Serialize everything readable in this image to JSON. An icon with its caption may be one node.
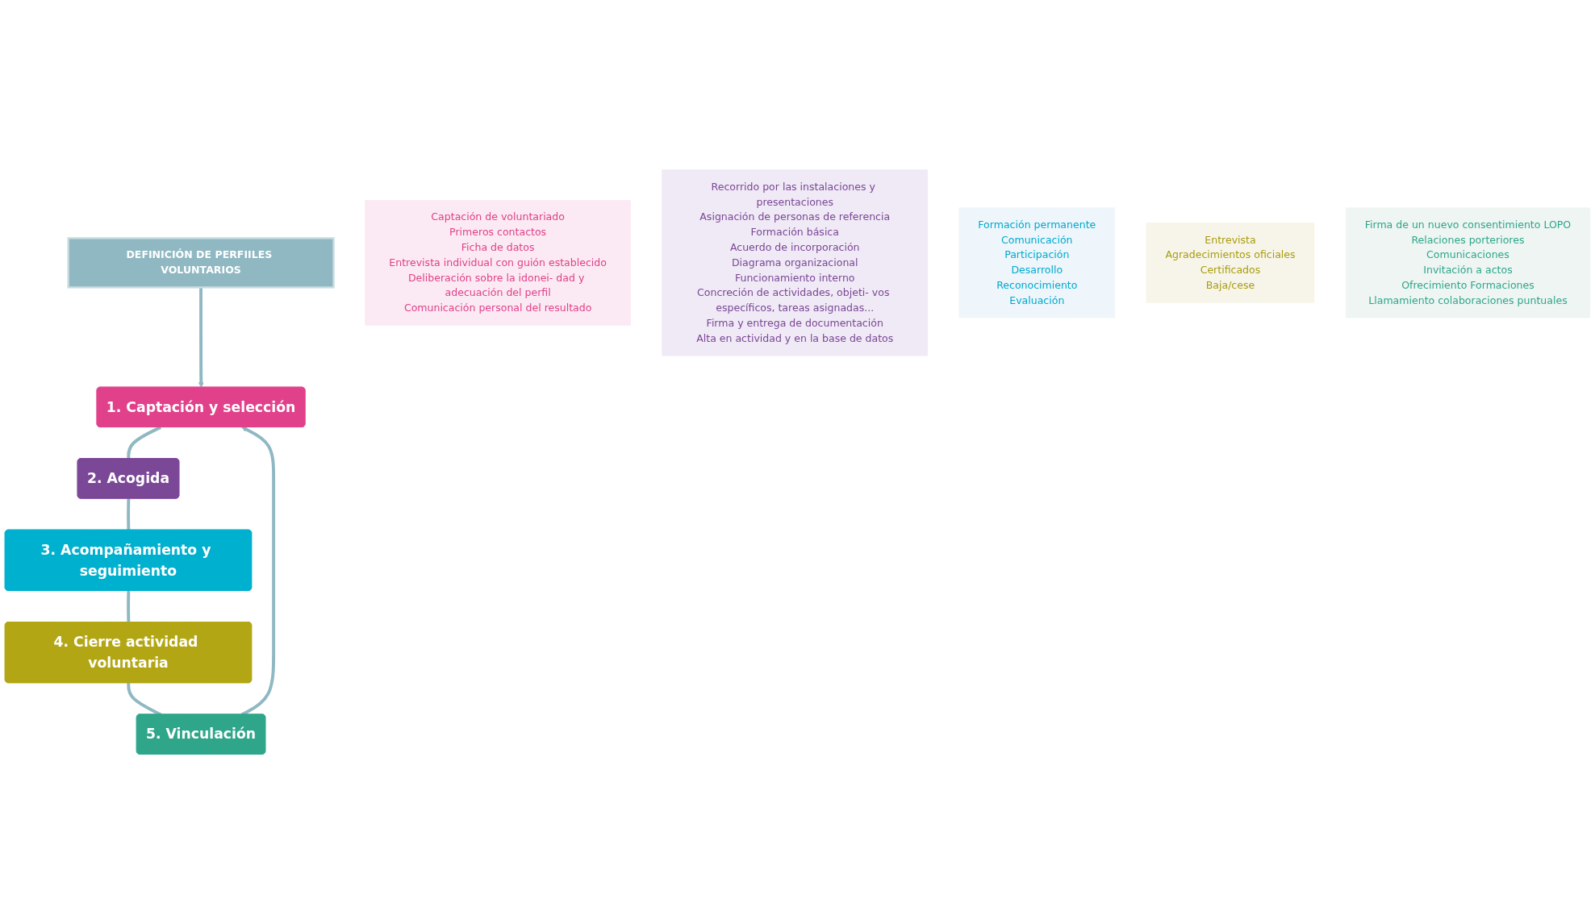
{
  "diagram": {
    "nodes": [
      {
        "text": [
          "DEFINICIÓN DE PERFIILES VOLUNTARIOS"
        ]
      },
      {
        "text": [
          "1. Captación y selección"
        ]
      },
      {
        "text": [
          "Captación de voluntariado",
          "Primeros contactos",
          "Ficha de datos",
          "Entrevista individual con guión establecido",
          "Deliberación sobre la idonei- dad y adecuación del perfil",
          "Comunicación personal del resultado"
        ]
      },
      {
        "text": [
          "2. Acogida"
        ]
      },
      {
        "text": [
          "Recorrido por las instalaciones y presentaciones",
          "Asignación de personas de referencia",
          "Formación básica",
          "Acuerdo de incorporación",
          "Diagrama organizacional",
          "Funcionamiento interno",
          "Concreción de actividades, objeti- vos específicos, tareas asignadas...",
          "Firma y entrega de documentación",
          "Alta en actividad y en la base de datos"
        ]
      },
      {
        "text": [
          "3. Acompañamiento y seguimiento"
        ]
      },
      {
        "text": [
          "Formación permanente",
          "Comunicación",
          "Participación",
          "Desarrollo",
          "Reconocimiento",
          "Evaluación"
        ]
      },
      {
        "text": [
          "4. Cierre actividad voluntaria"
        ]
      },
      {
        "text": [
          "Entrevista",
          "Agradecimientos oficiales",
          "Certificados",
          "Baja/cese"
        ]
      },
      {
        "text": [
          "5. Vinculación"
        ]
      },
      {
        "text": [
          "Firma de un nuevo consentimiento LOPO",
          "Relaciones porteriores",
          "Comunicaciones",
          "Invitación a actos",
          "Ofrecimiento Formaciones",
          "Llamamiento colaboraciones puntuales"
        ]
      }
    ],
    "edges": [
      {
        "from": 0,
        "to": 1,
        "arrow": "to"
      },
      {
        "from": 1,
        "to": 3,
        "arrow": "none"
      },
      {
        "from": 3,
        "to": 5,
        "arrow": "none"
      },
      {
        "from": 5,
        "to": 7,
        "arrow": "none"
      },
      {
        "from": 7,
        "to": 9,
        "arrow": "none"
      },
      {
        "from": 9,
        "to": 1,
        "arrow": "to"
      }
    ]
  }
}
